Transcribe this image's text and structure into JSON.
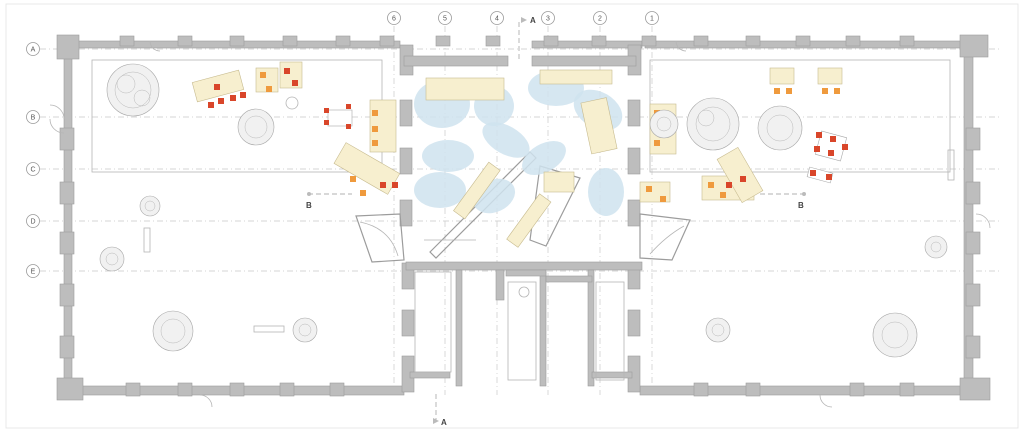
{
  "axes": {
    "columns": [
      "6",
      "5",
      "4",
      "3",
      "2",
      "1"
    ],
    "rows": [
      "A",
      "B",
      "C",
      "D",
      "E"
    ]
  },
  "section_markers": {
    "A_top": "A",
    "A_bottom": "A",
    "B_left": "B",
    "B_right": "B"
  },
  "colors": {
    "wall": "#bdbdbd",
    "shelving": "#f7efcf",
    "water": "#cfe3ee",
    "chair_red": "#d9462a",
    "chair_orange": "#ef9a3d"
  }
}
